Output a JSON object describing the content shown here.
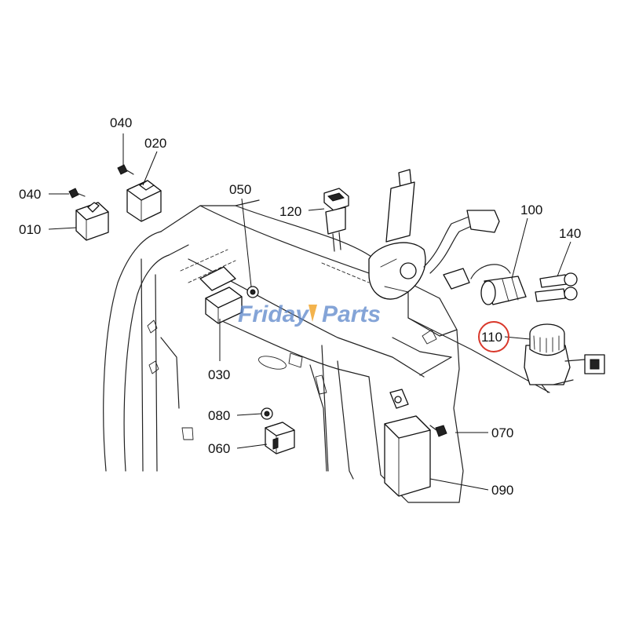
{
  "diagram": {
    "callouts": [
      {
        "id": "010",
        "text": "010"
      },
      {
        "id": "020",
        "text": "020"
      },
      {
        "id": "030",
        "text": "030"
      },
      {
        "id": "040a",
        "text": "040"
      },
      {
        "id": "040b",
        "text": "040"
      },
      {
        "id": "050",
        "text": "050"
      },
      {
        "id": "060",
        "text": "060"
      },
      {
        "id": "070",
        "text": "070"
      },
      {
        "id": "080",
        "text": "080"
      },
      {
        "id": "090",
        "text": "090"
      },
      {
        "id": "100",
        "text": "100"
      },
      {
        "id": "110",
        "text": "110",
        "highlighted": true
      },
      {
        "id": "120",
        "text": "120"
      },
      {
        "id": "140",
        "text": "140"
      }
    ],
    "highlight_color": "#d9382b",
    "watermark": {
      "part1": "Friday",
      "part2": "Parts",
      "color_blue": "#5b86c9",
      "color_orange": "#f0a020"
    }
  }
}
